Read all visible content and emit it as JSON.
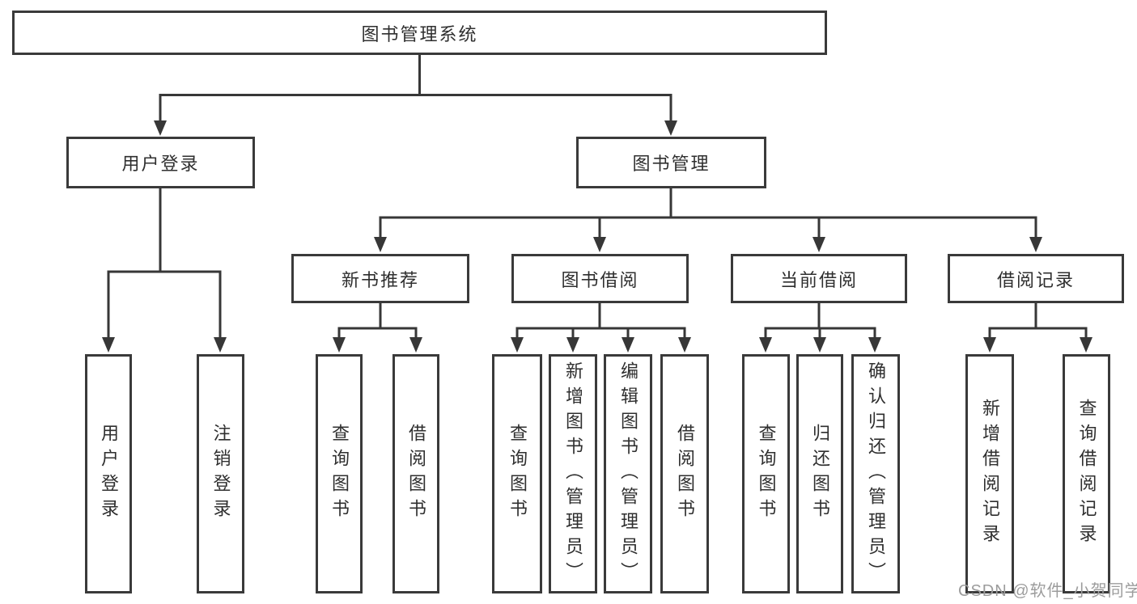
{
  "nodes": {
    "root": "图书管理系统",
    "user_login": "用户登录",
    "book_mgmt": "图书管理",
    "new_book_rec": "新书推荐",
    "book_borrow": "图书借阅",
    "current_borrow": "当前借阅",
    "borrow_records": "借阅记录",
    "leaf_user_login": "用户登录",
    "leaf_logout": "注销登录",
    "leaf_rec_query": "查询图书",
    "leaf_rec_borrow": "借阅图书",
    "leaf_bb_query": "查询图书",
    "leaf_bb_add": "新增图书（管理员）",
    "leaf_bb_edit": "编辑图书（管理员）",
    "leaf_bb_borrow": "借阅图书",
    "leaf_cb_query": "查询图书",
    "leaf_cb_return": "归还图书",
    "leaf_cb_confirm": "确认归还（管理员）",
    "leaf_br_add": "新增借阅记录",
    "leaf_br_query": "查询借阅记录"
  },
  "watermark": "CSDN @软件_小贺同学",
  "colors": {
    "line": "#373737",
    "box_border": "#3a3a3a",
    "text": "#2f2f2f",
    "watermark": "#9c9c9c",
    "background": "#ffffff"
  }
}
